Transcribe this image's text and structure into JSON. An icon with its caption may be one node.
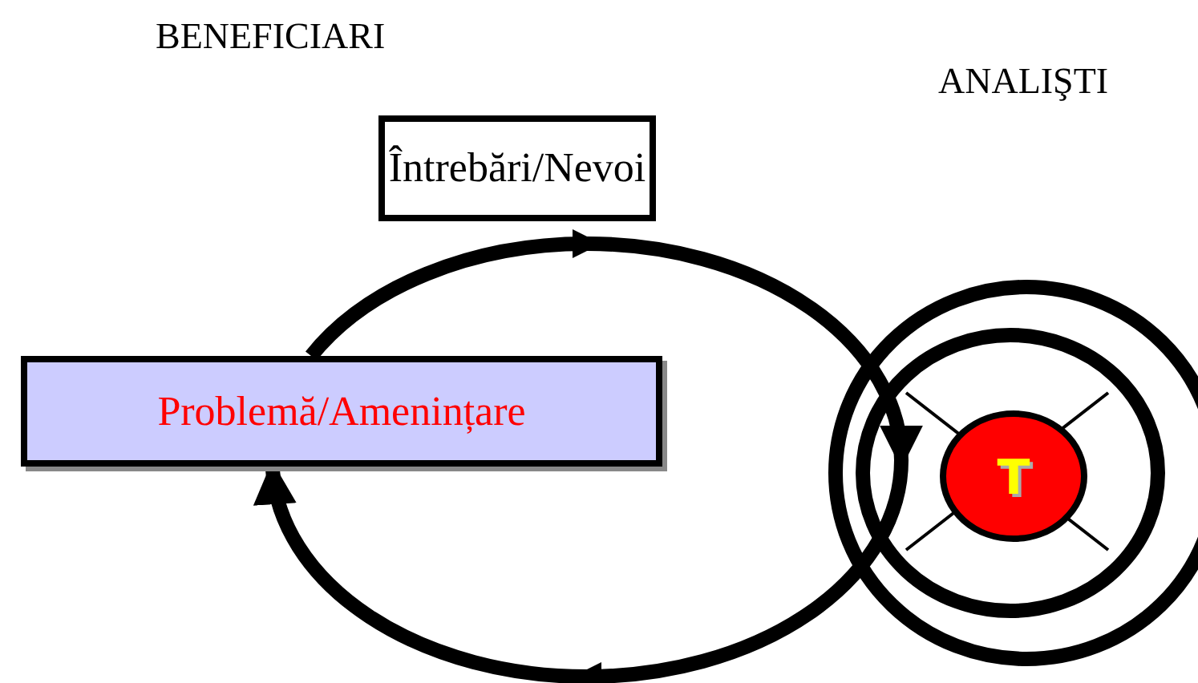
{
  "diagram": {
    "nodes": [
      {
        "text": [
          "Întrebări/Nevoi"
        ]
      },
      {
        "text": [
          "Problemă/Amenințare"
        ]
      },
      {
        "text": [
          "T"
        ]
      }
    ],
    "edges": [
      {
        "from": 1,
        "to": 2,
        "arrow": "to"
      },
      {
        "from": 2,
        "to": 1,
        "arrow": "to"
      }
    ],
    "labels": [
      "BENEFICIARI",
      "ANALIŞTI"
    ]
  }
}
